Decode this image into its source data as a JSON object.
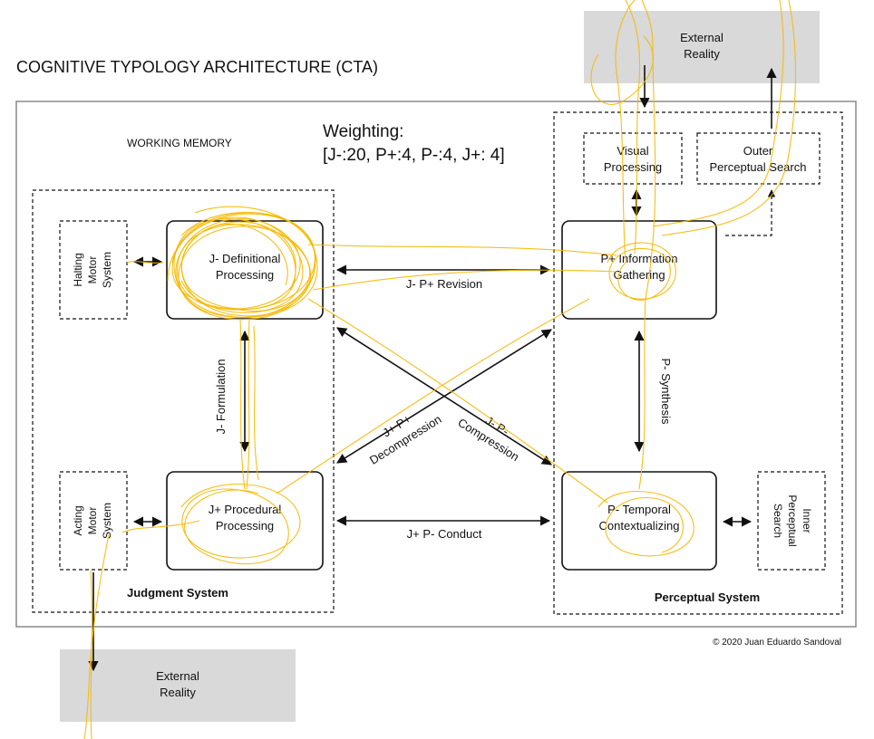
{
  "title": "COGNITIVE TYPOLOGY ARCHITECTURE (CTA)",
  "working_memory": "WORKING MEMORY",
  "weighting": {
    "label": "Weighting:",
    "values": "[J-:20, P+:4, P-:4, J+: 4]"
  },
  "external_reality_top": [
    "External",
    "Reality"
  ],
  "external_reality_bottom": [
    "External",
    "Reality"
  ],
  "judgment_system": {
    "label": "Judgment System",
    "halting": [
      "Halting",
      "Motor",
      "System"
    ],
    "acting": [
      "Acting",
      "Motor",
      "System"
    ],
    "definitional": [
      "J- Definitional",
      "Processing"
    ],
    "procedural": [
      "J+ Procedural",
      "Processing"
    ]
  },
  "perceptual_system": {
    "label": "Perceptual System",
    "visual": [
      "Visual",
      "Processing"
    ],
    "outer_search": [
      "Outer",
      "Perceptual Search"
    ],
    "inner_search": [
      "Inner",
      "Perceptual",
      "Search"
    ],
    "information": [
      "P+ Information",
      "Gathering"
    ],
    "temporal": [
      "P- Temporal",
      "Contextualizing"
    ]
  },
  "connections": {
    "revision": "J- P+ Revision",
    "formulation": "J- Formulation",
    "synthesis": "P- Synthesis",
    "conduct": "J+ P- Conduct",
    "decompression": [
      "J+ P+",
      "Decompression"
    ],
    "compression": [
      "J- P-",
      "Compression"
    ]
  },
  "copyright": "© 2020 Juan Eduardo Sandoval",
  "colors": {
    "trace": "#f5b800",
    "external_fill": "#d9d9d9",
    "outer_frame": "#8a8a8a"
  }
}
